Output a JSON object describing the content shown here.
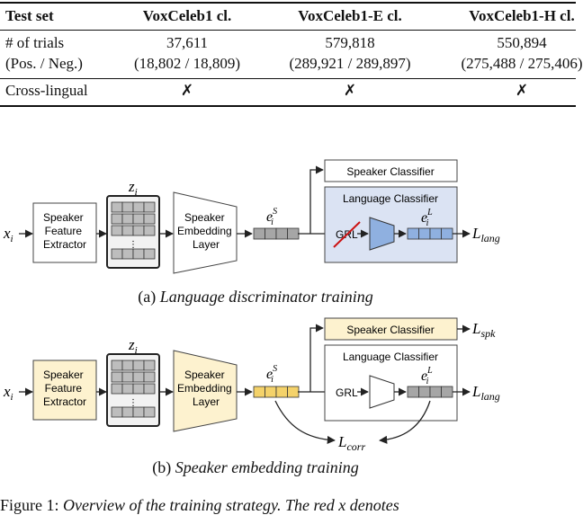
{
  "table": {
    "headers": [
      "Test set",
      "VoxCeleb1 cl.",
      "VoxCeleb1-E cl.",
      "VoxCeleb1-H cl."
    ],
    "rows": [
      {
        "label": "# of trials",
        "values": [
          "37,611",
          "579,818",
          "550,894"
        ]
      },
      {
        "label": "(Pos. / Neg.)",
        "values": [
          "(18,802 / 18,809)",
          "(289,921 / 289,897)",
          "(275,488 / 275,406)"
        ]
      },
      {
        "label": "Cross-lingual",
        "values": [
          "✗",
          "✗",
          "✗"
        ]
      }
    ]
  },
  "diagram_a": {
    "input": "x",
    "input_sub": "i",
    "feature_extractor": [
      "Speaker",
      "Feature",
      "Extractor"
    ],
    "z": "z",
    "z_sub": "i",
    "embedding_layer": [
      "Speaker",
      "Embedding",
      "Layer"
    ],
    "emb": "e",
    "emb_sup": "S",
    "emb_sub": "i",
    "speaker_classifier": "Speaker Classifier",
    "language_classifier": "Language Classifier",
    "grl": "GRL",
    "lang_emb": "e",
    "lang_emb_sup": "L",
    "lang_emb_sub": "i",
    "loss_lang": "L",
    "loss_lang_sub": "lang",
    "caption_prefix": "(a) ",
    "caption_italic": "Language discriminator training",
    "colors": {
      "blue_fill": "#dbe3f3",
      "blue_dark": "#8fb0e0",
      "cross": "#cc1111"
    }
  },
  "diagram_b": {
    "input": "x",
    "input_sub": "i",
    "feature_extractor": [
      "Speaker",
      "Feature",
      "Extractor"
    ],
    "z": "z",
    "z_sub": "i",
    "embedding_layer": [
      "Speaker",
      "Embedding",
      "Layer"
    ],
    "emb": "e",
    "emb_sup": "S",
    "emb_sub": "i",
    "speaker_classifier": "Speaker Classifier",
    "language_classifier": "Language Classifier",
    "grl": "GRL",
    "lang_emb": "e",
    "lang_emb_sup": "L",
    "lang_emb_sub": "i",
    "loss_spk": "L",
    "loss_spk_sub": "spk",
    "loss_lang": "L",
    "loss_lang_sub": "lang",
    "loss_corr": "L",
    "loss_corr_sub": "corr",
    "caption_prefix": "(b) ",
    "caption_italic": "Speaker embedding training",
    "colors": {
      "yellow_fill": "#fdf2cf",
      "yellow_dark": "#f4d26a"
    }
  },
  "figure_caption": {
    "prefix": "Figure 1: ",
    "italic": "Overview of the training strategy. The red x denotes"
  }
}
